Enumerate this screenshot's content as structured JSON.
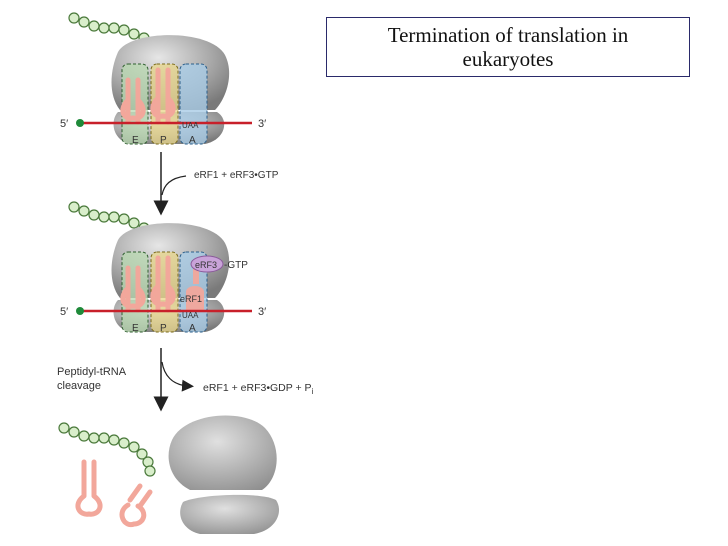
{
  "title": {
    "line1": "Termination of translation in",
    "line2": "eukaryotes"
  },
  "labels": {
    "five_prime": "5′",
    "three_prime": "3′",
    "site_e": "E",
    "site_p": "P",
    "site_a": "A",
    "stop_codon": "UAA",
    "step1_reagents": "eRF1 + eRF3•GTP",
    "erf3_label": "eRF3",
    "gtp_suffix": "-GTP",
    "erf1_label": "eRF1",
    "cleavage_line1": "Peptidyl-tRNA",
    "cleavage_line2": "cleavage",
    "step2_products": "eRF1 + eRF3•GDP + P",
    "pi_subscript": "i"
  },
  "colors": {
    "ribosome": "#a9a9a9",
    "mrna": "#c8202a",
    "trna": "#f2a79b",
    "site_e": "#b9d9b2",
    "site_p": "#e8d58a",
    "site_a": "#a9cce6",
    "peptide_bead": "#d9eecb",
    "erf3": "#c9a3d9"
  }
}
